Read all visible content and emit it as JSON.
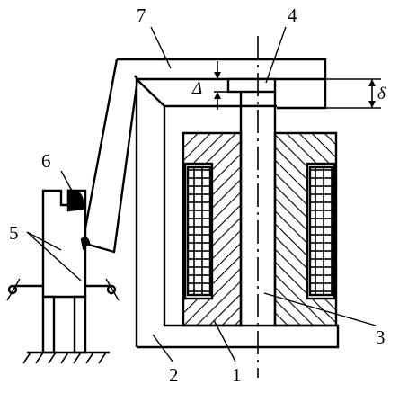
{
  "labels": {
    "l1": "1",
    "l2": "2",
    "l3": "3",
    "l4": "4",
    "l5": "5",
    "l6": "6",
    "l7": "7"
  },
  "symbols": {
    "delta_upper": "Δ",
    "delta_lower": "δ"
  },
  "colors": {
    "stroke": "#000000",
    "background": "#ffffff"
  }
}
